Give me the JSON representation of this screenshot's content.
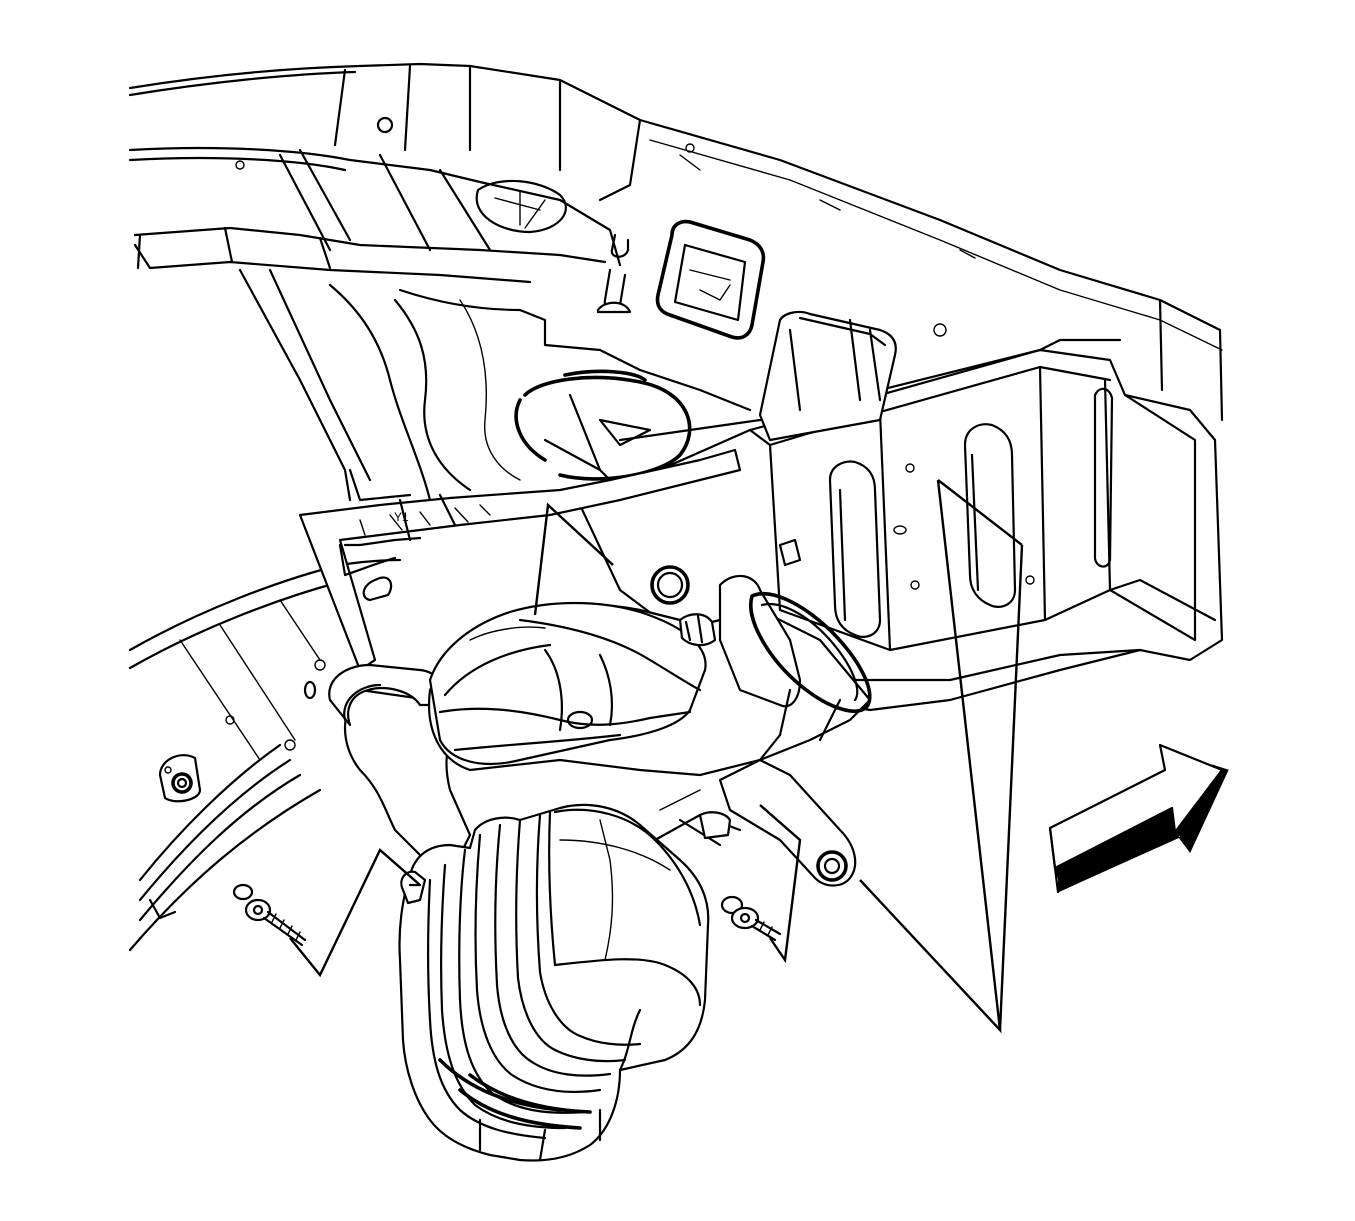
{
  "diagram": {
    "colors": {
      "line": "#000000",
      "background": "#ffffff"
    },
    "direction_arrow": {
      "icon": "forward-direction-arrow-icon"
    },
    "callouts": [
      {
        "id": "callout-1",
        "icon": "leader-line"
      },
      {
        "id": "callout-2",
        "icon": "leader-line"
      },
      {
        "id": "callout-3",
        "icon": "leader-line"
      },
      {
        "id": "callout-4",
        "icon": "leader-line"
      }
    ]
  }
}
